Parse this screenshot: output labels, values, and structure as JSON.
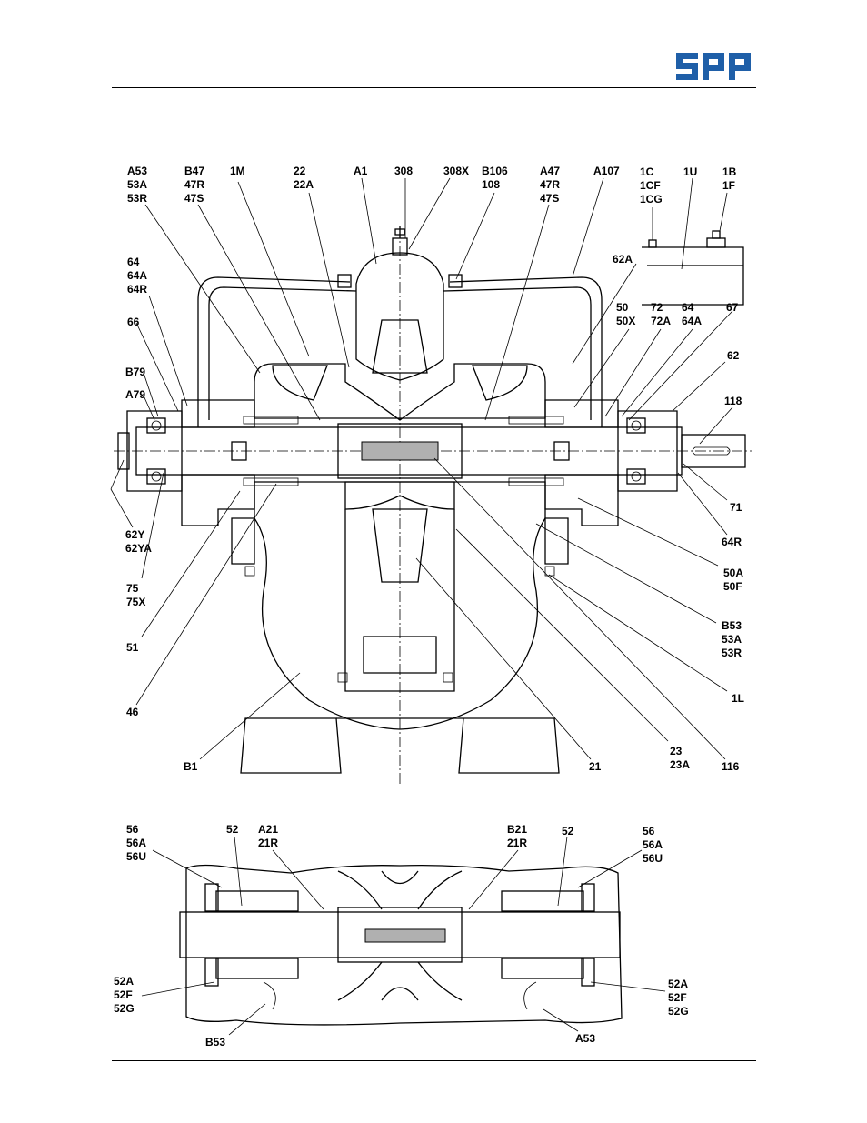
{
  "brand": {
    "logo_text": "spp",
    "color": "#1f5fa8"
  },
  "main_labels": [
    {
      "id": "a53",
      "lines": [
        "A53",
        "53A",
        "53R"
      ]
    },
    {
      "id": "b47",
      "lines": [
        "B47",
        "47R",
        "47S"
      ]
    },
    {
      "id": "1m",
      "lines": [
        "1M"
      ]
    },
    {
      "id": "22",
      "lines": [
        "22",
        "22A"
      ]
    },
    {
      "id": "a1",
      "lines": [
        "A1"
      ]
    },
    {
      "id": "308",
      "lines": [
        "308"
      ]
    },
    {
      "id": "308x",
      "lines": [
        "308X"
      ]
    },
    {
      "id": "b106",
      "lines": [
        "B106",
        "108"
      ]
    },
    {
      "id": "a47",
      "lines": [
        "A47",
        "47R",
        "47S"
      ]
    },
    {
      "id": "a107",
      "lines": [
        "A107"
      ]
    },
    {
      "id": "1c",
      "lines": [
        "1C",
        "1CF",
        "1CG"
      ]
    },
    {
      "id": "1u",
      "lines": [
        "1U"
      ]
    },
    {
      "id": "1b",
      "lines": [
        "1B",
        "1F"
      ]
    },
    {
      "id": "64-left",
      "lines": [
        "64",
        "64A",
        "64R"
      ]
    },
    {
      "id": "66",
      "lines": [
        "66"
      ]
    },
    {
      "id": "b79",
      "lines": [
        "B79"
      ]
    },
    {
      "id": "a79",
      "lines": [
        "A79"
      ]
    },
    {
      "id": "62a",
      "lines": [
        "62A"
      ]
    },
    {
      "id": "50",
      "lines": [
        "50",
        "50X"
      ]
    },
    {
      "id": "72",
      "lines": [
        "72",
        "72A"
      ]
    },
    {
      "id": "64-right",
      "lines": [
        "64",
        "64A"
      ]
    },
    {
      "id": "67",
      "lines": [
        "67"
      ]
    },
    {
      "id": "62",
      "lines": [
        "62"
      ]
    },
    {
      "id": "118",
      "lines": [
        "118"
      ]
    },
    {
      "id": "71",
      "lines": [
        "71"
      ]
    },
    {
      "id": "64r",
      "lines": [
        "64R"
      ]
    },
    {
      "id": "62y",
      "lines": [
        "62Y",
        "62YA"
      ]
    },
    {
      "id": "75",
      "lines": [
        "75",
        "75X"
      ]
    },
    {
      "id": "51",
      "lines": [
        "51"
      ]
    },
    {
      "id": "46",
      "lines": [
        "46"
      ]
    },
    {
      "id": "b1",
      "lines": [
        "B1"
      ]
    },
    {
      "id": "21",
      "lines": [
        "21"
      ]
    },
    {
      "id": "23",
      "lines": [
        "23",
        "23A"
      ]
    },
    {
      "id": "116",
      "lines": [
        "116"
      ]
    },
    {
      "id": "1l",
      "lines": [
        "1L"
      ]
    },
    {
      "id": "b53-right",
      "lines": [
        "B53",
        "53A",
        "53R"
      ]
    },
    {
      "id": "50a",
      "lines": [
        "50A",
        "50F"
      ]
    }
  ],
  "detail_labels": [
    {
      "id": "56-left",
      "lines": [
        "56",
        "56A",
        "56U"
      ]
    },
    {
      "id": "52-left",
      "lines": [
        "52"
      ]
    },
    {
      "id": "a21",
      "lines": [
        "A21",
        "21R"
      ]
    },
    {
      "id": "b21",
      "lines": [
        "B21",
        "21R"
      ]
    },
    {
      "id": "52-right",
      "lines": [
        "52"
      ]
    },
    {
      "id": "56-right",
      "lines": [
        "56",
        "56A",
        "56U"
      ]
    },
    {
      "id": "52a-left",
      "lines": [
        "52A",
        "52F",
        "52G"
      ]
    },
    {
      "id": "b53-bottom",
      "lines": [
        "B53"
      ]
    },
    {
      "id": "a53-bottom",
      "lines": [
        "A53"
      ]
    },
    {
      "id": "52a-right",
      "lines": [
        "52A",
        "52F",
        "52G"
      ]
    }
  ]
}
